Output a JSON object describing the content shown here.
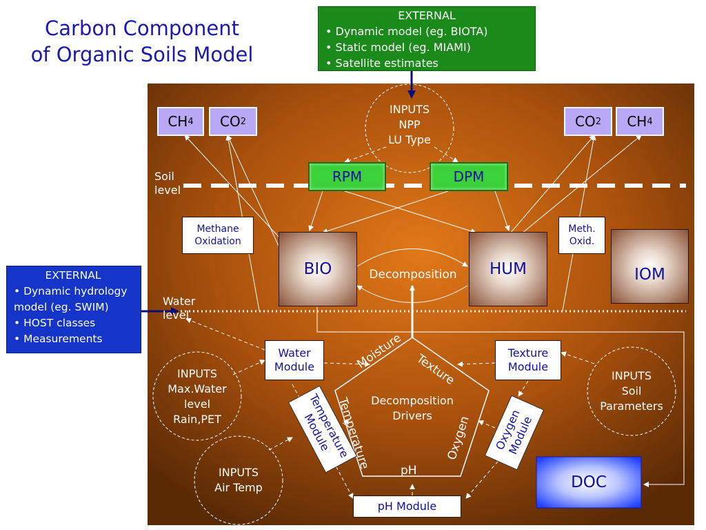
{
  "title": {
    "line1": "Carbon Component",
    "line2": "of Organic Soils Model"
  },
  "external_top": {
    "heading": "EXTERNAL",
    "items": [
      "Dynamic model (eg. BIOTA)",
      "Static model (eg. MIAMI)",
      "Satellite estimates"
    ]
  },
  "external_left": {
    "heading": "EXTERNAL",
    "items": [
      "Dynamic hydrology model (eg. SWIM)",
      "HOST classes",
      "Measurements"
    ]
  },
  "gases": {
    "ch4_left": {
      "base": "CH",
      "sub": "4"
    },
    "co2_left": {
      "base": "CO",
      "sub": "2"
    },
    "co2_right": {
      "base": "CO",
      "sub": "2"
    },
    "ch4_right": {
      "base": "CH",
      "sub": "4"
    }
  },
  "inputs_top": {
    "line1": "INPUTS",
    "line2": "NPP",
    "line3": "LU Type"
  },
  "pools": {
    "rpm": "RPM",
    "dpm": "DPM",
    "bio": "BIO",
    "hum": "HUM",
    "iom": "IOM",
    "doc": "DOC"
  },
  "labels": {
    "soil_level_1": "Soil",
    "soil_level_2": "level",
    "water_level_1": "Water",
    "water_level_2": "level",
    "decomposition": "Decomposition"
  },
  "modules": {
    "methane_oxidation_1": "Methane",
    "methane_oxidation_2": "Oxidation",
    "meth_oxid_1": "Meth.",
    "meth_oxid_2": "Oxid.",
    "water_1": "Water",
    "water_2": "Module",
    "texture_1": "Texture",
    "texture_2": "Module",
    "temperature_1": "Temperature",
    "temperature_2": "Module",
    "oxygen_1": "Oxygen",
    "oxygen_2": "Module",
    "ph": "pH Module"
  },
  "inputs_water": {
    "line1": "INPUTS",
    "line2": "Max.Water",
    "line3": "level",
    "line4": "Rain,PET"
  },
  "inputs_soil": {
    "line1": "INPUTS",
    "line2": "Soil",
    "line3": "Parameters"
  },
  "inputs_air": {
    "line1": "INPUTS",
    "line2": "Air Temp"
  },
  "drivers": {
    "center_1": "Decomposition",
    "center_2": "Drivers",
    "moisture": "Moisture",
    "texture": "Texture",
    "temperature": "Temperature",
    "oxygen": "Oxygen",
    "ph": "pH"
  },
  "colors": {
    "panel_center": "#d56a10",
    "panel_edge": "#5a2a05",
    "external_green": "#1a8a1a",
    "external_blue": "#1535c8",
    "title_blue": "#1a1ab0",
    "text_blue": "#1010a0"
  }
}
